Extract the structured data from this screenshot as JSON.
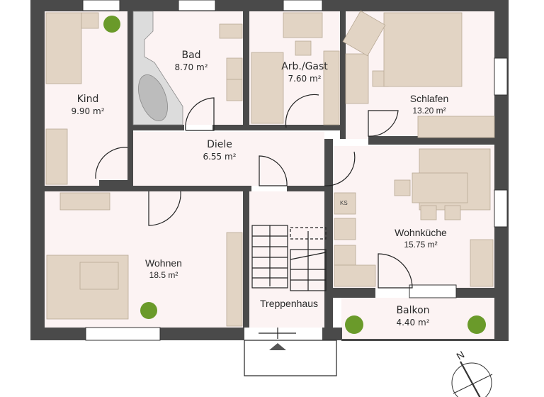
{
  "plan": {
    "colors": {
      "wall": "#4a4a4a",
      "floor": "#fcf3f3",
      "furniture": "#e2d4c4",
      "furniture_dark": "#d6c6b3",
      "plant": "#6a9a2a",
      "line": "#222222"
    },
    "rooms": [
      {
        "id": "kind",
        "name": "Kind",
        "area": "9.90 m²"
      },
      {
        "id": "bad",
        "name": "Bad",
        "area": "8.70 m²"
      },
      {
        "id": "arb",
        "name": "Arb./Gast",
        "area": "7.60 m²"
      },
      {
        "id": "schlafen",
        "name": "Schlafen",
        "area": "13.20 m²"
      },
      {
        "id": "diele",
        "name": "Diele",
        "area": "6.55 m²"
      },
      {
        "id": "wohnen",
        "name": "Wohnen",
        "area": "18.5 m²"
      },
      {
        "id": "treppenhaus",
        "name": "Treppenhaus",
        "area": ""
      },
      {
        "id": "wohnkueche",
        "name": "Wohnküche",
        "area": "15.75 m²"
      },
      {
        "id": "balkon",
        "name": "Balkon",
        "area": "4.40 m²"
      }
    ],
    "fridge_label": "KS",
    "compass_label": "N"
  }
}
